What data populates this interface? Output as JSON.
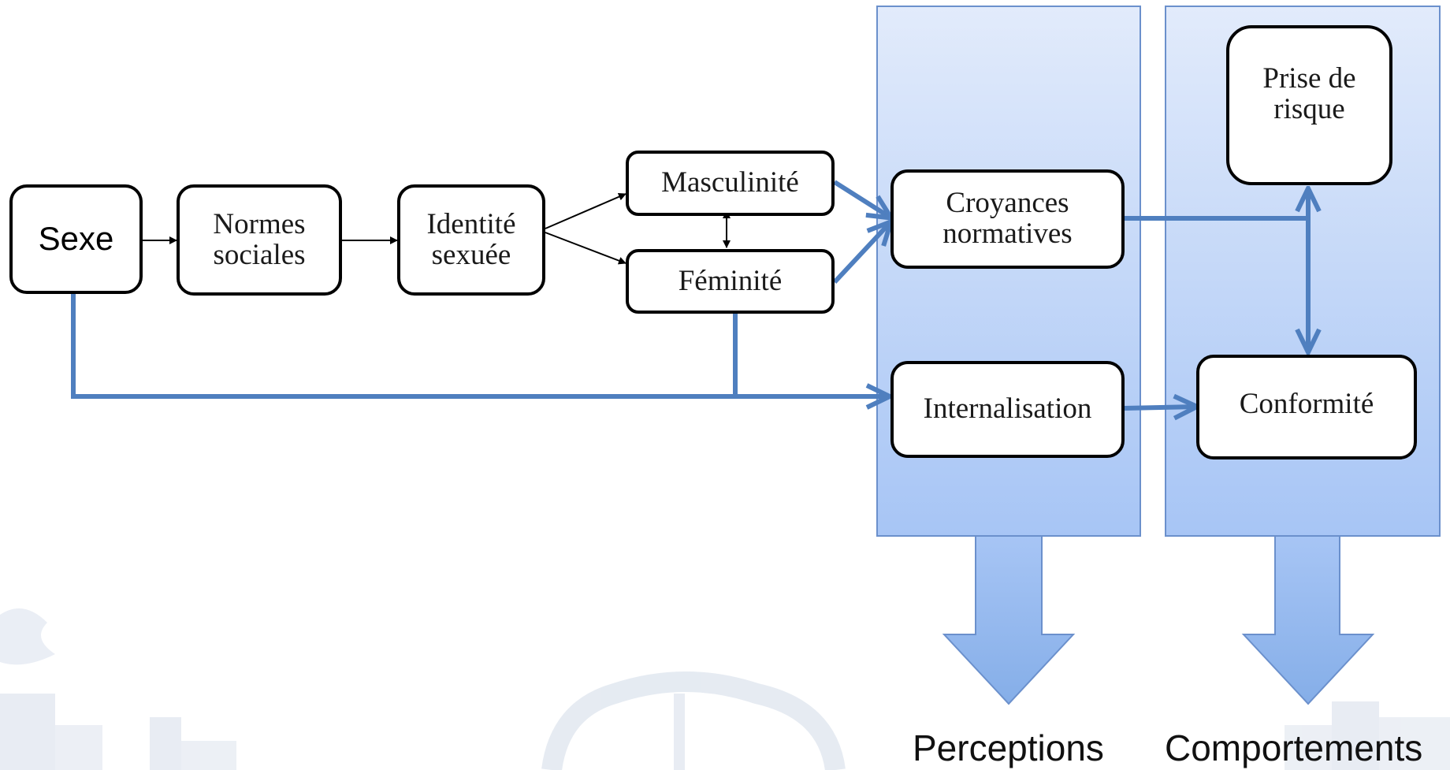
{
  "nodes": {
    "sexe": "Sexe",
    "normes_sociales": [
      "Normes",
      "sociales"
    ],
    "identite_sexuee": [
      "Identité",
      "sexuée"
    ],
    "masculinite": "Masculinité",
    "feminite": "Féminité",
    "croyances_normatives": [
      "Croyances",
      "normatives"
    ],
    "internalisation": "Internalisation",
    "prise_de_risque": [
      "Prise de",
      "risque"
    ],
    "conformite": "Conformité"
  },
  "columns": {
    "perceptions": "Perceptions",
    "comportements": "Comportements"
  },
  "colors": {
    "arrow_blue": "#4f7fbf",
    "column_top": "#e2ebfb",
    "column_bottom": "#a7c5f5",
    "column_border": "#6b90cc",
    "watermark": "#e6ebf2"
  }
}
